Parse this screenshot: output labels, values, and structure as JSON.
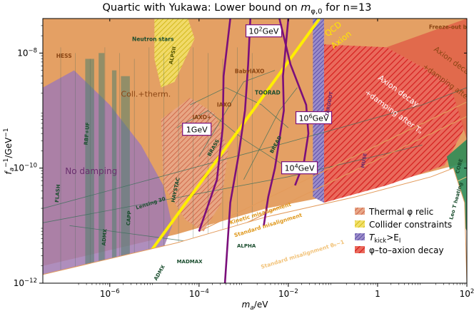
{
  "chart_data": {
    "type": "area",
    "title_prefix": "Quartic with Yukawa: Lower bound on ",
    "title_var": "m",
    "title_sub": "φ,0",
    "title_suffix": " for n=13",
    "xlabel_base": "m",
    "xlabel_sub": "a",
    "xlabel_unit": "/eV",
    "ylabel_base": "f",
    "ylabel_sub": "a",
    "ylabel_sup": "−1",
    "ylabel_unit": "/GeV",
    "ylabel_unit_sup": "−1",
    "x_log_range": [
      -7.5,
      2
    ],
    "y_log_range": [
      -12,
      -7.4
    ],
    "x_ticks": [
      {
        "exp": -6,
        "text": "10",
        "sup": "−6"
      },
      {
        "exp": -4,
        "text": "10",
        "sup": "−4"
      },
      {
        "exp": -2,
        "text": "10",
        "sup": "−2"
      },
      {
        "exp": 0,
        "text": "1",
        "sup": ""
      },
      {
        "exp": 2,
        "text": "10",
        "sup": "2"
      }
    ],
    "y_ticks": [
      {
        "exp": -12,
        "text": "10",
        "sup": "−12"
      },
      {
        "exp": -10,
        "text": "10",
        "sup": "−10"
      },
      {
        "exp": -8,
        "text": "10",
        "sup": "−8"
      }
    ],
    "contours": [
      {
        "label": "10",
        "sup": "2",
        "unit": "GeV",
        "points": [
          [
            -3.42,
            -12
          ],
          [
            -3.3,
            -10.6
          ],
          [
            -3.12,
            -9.8
          ],
          [
            -2.97,
            -9.0
          ],
          [
            -2.9,
            -8.2
          ],
          [
            -2.85,
            -7.4
          ]
        ],
        "label_at": [
          -2.55,
          -7.62
        ]
      },
      {
        "label": "1",
        "sup": "",
        "unit": "GeV",
        "points": [
          [
            -4.0,
            -11.1
          ],
          [
            -3.6,
            -10.2
          ],
          [
            -3.47,
            -9.3
          ],
          [
            -3.45,
            -8.4
          ],
          [
            -3.3,
            -7.4
          ]
        ],
        "label_at": [
          -4.05,
          -9.33
        ]
      },
      {
        "label": "10",
        "sup": "6",
        "unit": "GeV",
        "points": [
          [
            -1.85,
            -10.3
          ],
          [
            -1.65,
            -9.9
          ],
          [
            -1.55,
            -9.4
          ],
          [
            -1.6,
            -8.9
          ],
          [
            -1.95,
            -8.2
          ],
          [
            -2.2,
            -7.4
          ]
        ],
        "label_at": [
          -1.43,
          -9.13
        ]
      },
      {
        "label": "10",
        "sup": "4",
        "unit": "GeV",
        "points": [
          [
            -2.55,
            -11.0
          ],
          [
            -2.45,
            -10.5
          ],
          [
            -2.3,
            -10.0
          ],
          [
            -2.2,
            -9.5
          ],
          [
            -2.1,
            -9.0
          ],
          [
            -2.12,
            -8.4
          ],
          [
            -2.0,
            -7.4
          ]
        ],
        "label_at": [
          -1.75,
          -10.0
        ]
      }
    ],
    "region_labels": [
      {
        "text": "HESS",
        "x": -7.2,
        "y": -8.08,
        "color": "#8b4513",
        "size": 7.5,
        "rotate": 0
      },
      {
        "text": "Neutron stars",
        "x": -5.5,
        "y": -7.79,
        "color": "#1a4d2e",
        "size": 7.5,
        "rotate": 0
      },
      {
        "text": "Coll.+therm.",
        "x": -5.75,
        "y": -8.76,
        "color": "#8b4513",
        "size": 11,
        "rotate": 0
      },
      {
        "text": "No damping",
        "x": -7.0,
        "y": -10.1,
        "color": "#6a2f6e",
        "size": 12,
        "rotate": 0
      },
      {
        "text": "BabyIAXO",
        "x": -3.2,
        "y": -8.35,
        "color": "#8b4513",
        "size": 7.5,
        "rotate": 0
      },
      {
        "text": "IAXO",
        "x": -3.6,
        "y": -8.93,
        "color": "#8b4513",
        "size": 7.5,
        "rotate": 0
      },
      {
        "text": "IAXO+",
        "x": -4.15,
        "y": -9.15,
        "color": "#8b4513",
        "size": 7.5,
        "rotate": 0
      },
      {
        "text": "TOORAD",
        "x": -2.75,
        "y": -8.72,
        "color": "#1a4d2e",
        "size": 7.5,
        "rotate": 0
      },
      {
        "text": "ALPSII",
        "x": -4.6,
        "y": -8.2,
        "color": "#555500",
        "size": 7,
        "rotate": -78
      },
      {
        "text": "RBF+UF",
        "x": -6.5,
        "y": -9.6,
        "color": "#1a4d2e",
        "size": 7,
        "rotate": -85
      },
      {
        "text": "HAYSTAC",
        "x": -4.55,
        "y": -10.6,
        "color": "#1a4d2e",
        "size": 7,
        "rotate": -78
      },
      {
        "text": "BRASS",
        "x": -3.75,
        "y": -9.8,
        "color": "#1a4d2e",
        "size": 7,
        "rotate": -60
      },
      {
        "text": "BREAD",
        "x": -2.35,
        "y": -9.75,
        "color": "#1a4d2e",
        "size": 7,
        "rotate": -62
      },
      {
        "text": "FLASH",
        "x": -7.15,
        "y": -10.6,
        "color": "#1a4d2e",
        "size": 7,
        "rotate": -85
      },
      {
        "text": "ADMX",
        "x": -6.1,
        "y": -11.35,
        "color": "#1a4d2e",
        "size": 7,
        "rotate": -85
      },
      {
        "text": "CAPP",
        "x": -5.55,
        "y": -11.0,
        "color": "#1a4d2e",
        "size": 7,
        "rotate": -85
      },
      {
        "text": "Lensing 30",
        "x": -5.4,
        "y": -10.72,
        "color": "#1a4d2e",
        "size": 7,
        "rotate": -18
      },
      {
        "text": "MADMAX",
        "x": -4.5,
        "y": -11.65,
        "color": "#1a4d2e",
        "size": 7,
        "rotate": 0
      },
      {
        "text": "ALPHA",
        "x": -3.15,
        "y": -11.38,
        "color": "#1a4d2e",
        "size": 7,
        "rotate": 0
      },
      {
        "text": "ADMX",
        "x": -4.95,
        "y": -11.96,
        "color": "#1a4d2e",
        "size": 7,
        "rotate": -60
      },
      {
        "text": "TARGOOT",
        "x": -1.1,
        "y": -9.1,
        "color": "#6a2f6e",
        "size": 6.5,
        "rotate": -80
      },
      {
        "text": "MUSE",
        "x": -0.3,
        "y": -10.0,
        "color": "#6a2f6e",
        "size": 6.5,
        "rotate": -80
      },
      {
        "text": "Kinetic misalignment",
        "x": -3.3,
        "y": -10.98,
        "color": "#e09a20",
        "size": 7.5,
        "rotate": -17
      },
      {
        "text": "Standard misalignment",
        "x": -3.2,
        "y": -11.2,
        "color": "#e09a20",
        "size": 7.5,
        "rotate": -17
      },
      {
        "text": "Standard misalignment θ₀~1",
        "x": -2.6,
        "y": -11.75,
        "color": "#f2c37a",
        "size": 7.5,
        "rotate": -17
      },
      {
        "text": "Leo T heating",
        "x": 1.68,
        "y": -10.9,
        "color": "#1a4d2e",
        "size": 7,
        "rotate": -75
      },
      {
        "text": "COBE",
        "x": 1.82,
        "y": -10.1,
        "color": "#1a4d2e",
        "size": 7,
        "rotate": -75
      }
    ],
    "rotated_labels": [
      {
        "text": "QCD",
        "x": -1.12,
        "y": -7.72,
        "color": "#ffe600",
        "size": 11.5,
        "rotate": -38
      },
      {
        "text": "Axion",
        "x": -0.98,
        "y": -7.93,
        "color": "#ffe600",
        "size": 11.5,
        "rotate": -38
      },
      {
        "text": "Axion decay",
        "x": 0.0,
        "y": -8.45,
        "color": "#ffffff",
        "size": 11,
        "rotate": 36
      },
      {
        "text": "+damping after Tₐ",
        "x": -0.3,
        "y": -8.7,
        "color": "#ffffff",
        "size": 10.5,
        "rotate": 36
      },
      {
        "text": "Axion decay",
        "x": 1.25,
        "y": -7.95,
        "color": "#8b4513",
        "size": 10.5,
        "rotate": 36
      },
      {
        "text": "+damping after Tₙₙₙ",
        "x": 1.0,
        "y": -8.25,
        "color": "#8b4513",
        "size": 10,
        "rotate": 36
      },
      {
        "text": "Freeze-out branch",
        "x": 1.15,
        "y": -7.58,
        "color": "#8b4513",
        "size": 7.5,
        "rotate": 0
      }
    ],
    "legend": {
      "placement": "lower-right",
      "entries": [
        {
          "label": "Thermal φ relic",
          "color": "#d96a50",
          "style": "hatch-light"
        },
        {
          "label": "Collider constraints",
          "color": "#ffe600",
          "style": "hatch-yellow"
        },
        {
          "label": "T_kick>E_I",
          "color": "#8a7ab8",
          "style": "solid"
        },
        {
          "label": "φ–to–axion decay",
          "color": "#e03030",
          "style": "hatch-red"
        }
      ]
    },
    "legend_text": {
      "tkick_pre": "T",
      "tkick_sub": "kick",
      "tkick_post": ">E",
      "tkick_sub2": "I"
    },
    "colors": {
      "orange": "#e39b5c",
      "purple": "#a17ab2",
      "green": "#2e8b57",
      "red": "#e8403a",
      "yellow": "#ffe600",
      "contour": "#7b0f7b"
    }
  }
}
